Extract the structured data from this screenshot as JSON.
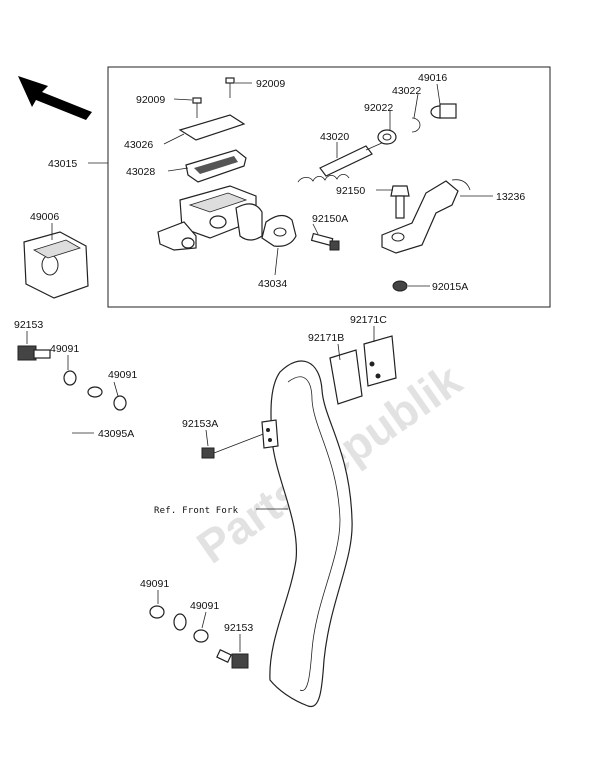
{
  "diagram": {
    "watermark": "PartsRepublik",
    "reference_label": "Ref. Front Fork",
    "labels": {
      "p92009a": "92009",
      "p92009b": "92009",
      "p43026": "43026",
      "p43028": "43028",
      "p43015": "43015",
      "p43020": "43020",
      "p43022": "43022",
      "p49016": "49016",
      "p92022": "92022",
      "p92150": "92150",
      "p13236": "13236",
      "p92150A": "92150A",
      "p43034": "43034",
      "p92015A": "92015A",
      "p49006": "49006",
      "p92153a": "92153",
      "p49091a": "49091",
      "p49091b": "49091",
      "p43095A": "43095A",
      "p92171B": "92171B",
      "p92171C": "92171C",
      "p92153A": "92153A",
      "p49091c": "49091",
      "p49091d": "49091",
      "p92153b": "92153"
    }
  }
}
